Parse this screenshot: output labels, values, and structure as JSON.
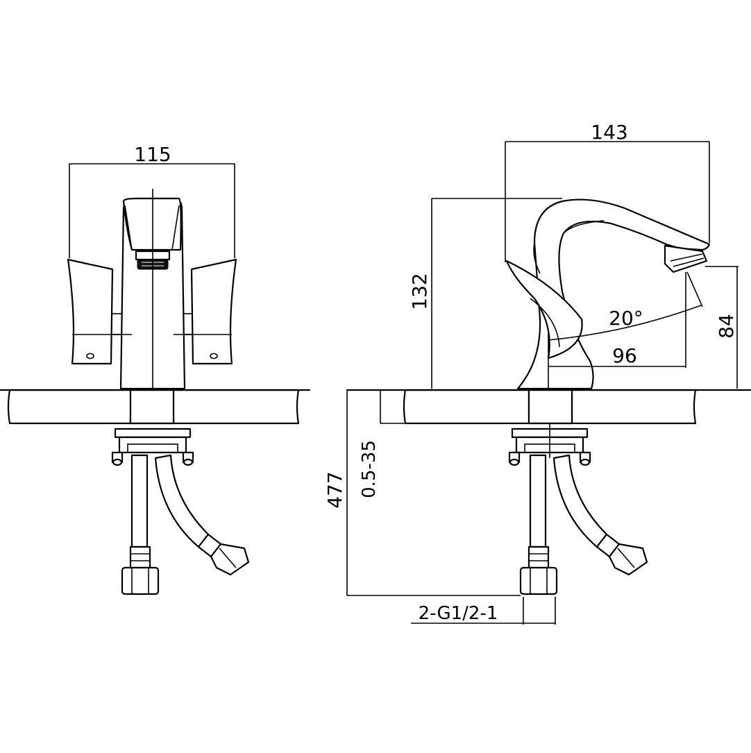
{
  "dimensions": {
    "front_width": "115",
    "side_width": "143",
    "spout_height": "132",
    "angle": "20°",
    "reach": "96",
    "outlet_height": "84",
    "total_length": "477",
    "deck_thickness": "0.5-35",
    "connection": "2-G1/2-1"
  },
  "colors": {
    "line": "#000000",
    "background": "#ffffff"
  }
}
